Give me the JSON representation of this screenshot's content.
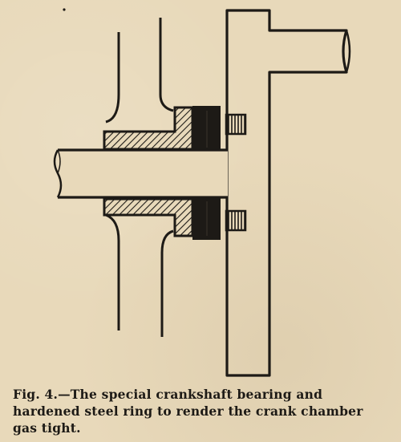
{
  "figure": {
    "components": [
      "crank-chamber-wall",
      "crankshaft",
      "crank-arm",
      "bearing-bushing",
      "hardened-steel-ring",
      "retaining-bolts"
    ]
  },
  "caption": {
    "line1": "Fig. 4.—The special crankshaft bearing and",
    "line2": "hardened steel ring to render the crank chamber",
    "line3": "gas tight."
  },
  "colors": {
    "paper": "#e8d9ba",
    "ink": "#1d1a16"
  }
}
